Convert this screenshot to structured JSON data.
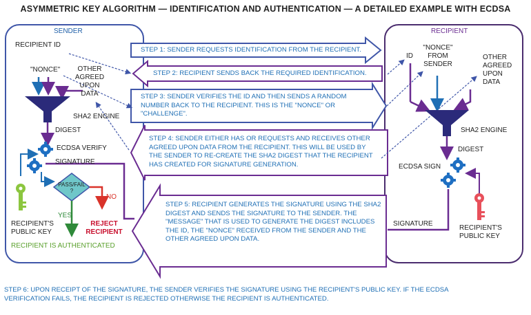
{
  "title": "ASYMMETRIC KEY ALGORITHM — IDENTIFICATION AND AUTHENTICATION — A DETAILED EXAMPLE WITH ECDSA",
  "sender": {
    "heading": "SENDER",
    "recipient_id": "RECIPIENT ID",
    "nonce": "\"NONCE\"",
    "other_data": [
      "OTHER",
      "AGREED",
      "UPON",
      "DATA"
    ],
    "sha2_engine": "SHA2 ENGINE",
    "digest": "DIGEST",
    "ecdsa_verify": "ECDSA VERIFY",
    "signature": "SIGNATURE",
    "decision": "PASS/FAIL ?",
    "no": "NO",
    "yes": "YES",
    "public_key": [
      "RECIPIENT'S",
      "PUBLIC KEY"
    ],
    "reject": [
      "REJECT",
      "RECIPIENT"
    ],
    "authenticated": "RECIPIENT IS AUTHENTICATED"
  },
  "recipient": {
    "heading": "RECIPIENT",
    "id": "ID",
    "nonce": [
      "\"NONCE\"",
      "FROM",
      "SENDER"
    ],
    "other_data": [
      "OTHER",
      "AGREED",
      "UPON",
      "DATA"
    ],
    "sha2_engine": "SHA2 ENGINE",
    "digest": "DIGEST",
    "ecdsa_sign": "ECDSA SIGN",
    "signature": "SIGNATURE",
    "public_key": [
      "RECIPIENT'S",
      "PUBLIC KEY"
    ]
  },
  "steps": {
    "step1": "STEP 1: SENDER REQUESTS IDENTIFICATION FROM THE RECIPIENT.",
    "step2": "STEP 2: RECIPIENT SENDS BACK THE REQUIRED  IDENTIFICATION.",
    "step3": [
      "STEP 3: SENDER VERIFIES THE ID AND THEN SENDS A RANDOM",
      "NUMBER BACK TO THE RECIPIENT. THIS IS THE  \"NONCE\" OR",
      "\"CHALLENGE\"."
    ],
    "step4": [
      "STEP 4: SENDER EITHER HAS OR REQUESTS AND RECEIVES OTHER",
      "AGREED UPON DATA FROM THE RECIPIENT. THIS WILL BE USED BY",
      "THE SENDER TO RE-CREATE THE SHA2 DIGEST THAT THE RECIPIENT",
      "HAS CREATED FOR SIGNATURE GENERATION."
    ],
    "step5": [
      "STEP 5: RECIPIENT GENERATES THE SIGNATURE USING THE SHA2",
      "DIGEST AND SENDS THE SIGNATURE TO THE SENDER. THE",
      "\"MESSAGE\" THAT IS USED TO GENERATE THE DIGEST INCLUDES",
      "THE ID, THE \"NONCE\" RECEIVED FROM THE SENDER AND THE",
      "OTHER AGREED UPON DATA."
    ],
    "step6": [
      "STEP 6: UPON RECEIPT OF THE SIGNATURE, THE SENDER VERIFIES THE SIGNATURE USING THE RECIPIENT'S PUBLIC KEY. IF THE ECDSA",
      "VERIFICATION FAILS, THE RECIPIENT IS REJECTED OTHERWISE THE RECIPIENT IS AUTHENTICATED."
    ]
  },
  "colors": {
    "sender_border": "#3f56a8",
    "recipient_border": "#4a2c6e",
    "purple": "#6a2c91",
    "blue": "#1f6fb5",
    "gear": "#1e6fc2",
    "green_key": "#8cc63f",
    "red_key": "#e8505b",
    "decision": "#6fc7c9",
    "no_arrow": "#d9332a",
    "yes_arrow": "#2f8a3a",
    "reject": "#c8102e",
    "authenticated": "#5aa02c"
  }
}
